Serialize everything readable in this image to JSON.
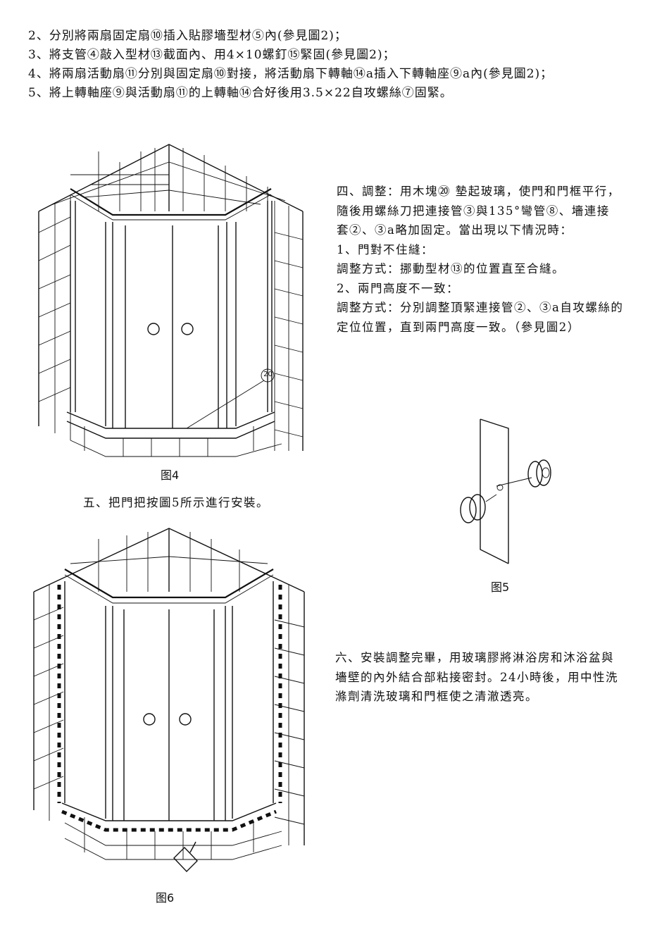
{
  "steps": [
    "2、分別將兩扇固定扇⑩插入貼膠墻型材⑤內(參見圖2)；",
    "3、將支管④敲入型材⑬截面內、用4×10螺釘⑮緊固(參見圖2)；",
    "4、將兩扇活動扇⑪分別與固定扇⑩對接，將活動扇下轉軸⑭a插入下轉軸座⑨a內(參見圖2)；",
    "5、將上轉軸座⑨與活動扇⑪的上轉軸⑭合好後用3.5×22自攻螺絲⑦固緊。"
  ],
  "section4": {
    "lines": [
      "四、調整：用木塊⑳ 墊起玻璃，使門和門框平行，",
      "隨後用螺絲刀把連接管③與135°彎管⑧、墻連接",
      "套②、③a略加固定。當出現以下情況時：",
      "1、門對不住縫：",
      "調整方式：挪動型材⑬的位置直至合縫。",
      "2、兩門高度不一致：",
      "調整方式：分別調整頂緊連接管②、③a自攻螺絲的",
      "定位位置，直到兩門高度一致。（參見圖2）"
    ]
  },
  "figure4": {
    "caption": "图4",
    "callout": "20"
  },
  "section5": {
    "text": "五、把門把按圖5所示進行安裝。"
  },
  "figure5": {
    "caption": "图5"
  },
  "section6": {
    "lines": [
      "六、安裝調整完畢，用玻璃膠將淋浴房和沐浴盆與",
      "墻壁的內外結合部粘接密封。24小時後，用中性洗",
      "滌劑清洗玻璃和門框使之清澈透亮。"
    ]
  },
  "figure6": {
    "caption": "图6"
  }
}
